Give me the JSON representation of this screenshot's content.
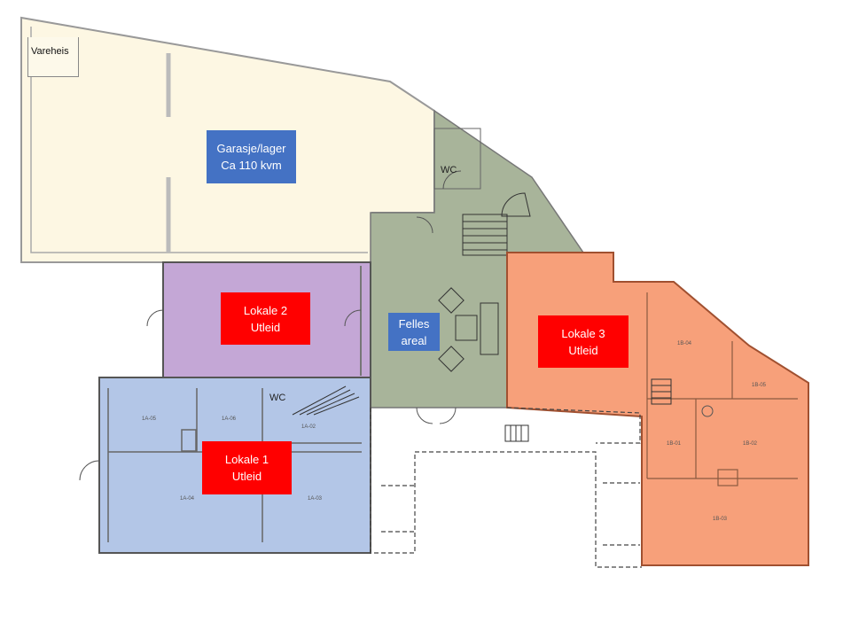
{
  "labels": {
    "garage": "Garasje/lager\nCa 110 kvm",
    "lokale2": "Lokale 2\nUtleid",
    "felles": "Felles\nareal",
    "lokale3": "Lokale 3\nUtleid",
    "lokale1": "Lokale 1\nUtleid",
    "vareheis": "Vareheis",
    "wc_top": "WC",
    "wc_bottom": "WC"
  },
  "room_codes": {
    "a05": "1A-05",
    "a06": "1A-06",
    "a02": "1A-02",
    "a04": "1A-04",
    "a03": "1A-03",
    "b04": "1B-04",
    "b05": "1B-05",
    "b01": "1B-01",
    "b02": "1B-02",
    "b03": "1B-03"
  },
  "colors": {
    "garage": "#fdf7e3",
    "lokale2": "#c4a7d6",
    "felles": "#a8b49a",
    "lokale3": "#f7a07a",
    "lokale1": "#b3c6e7",
    "label_blue": "#4472c4",
    "label_red": "#ff0000"
  }
}
